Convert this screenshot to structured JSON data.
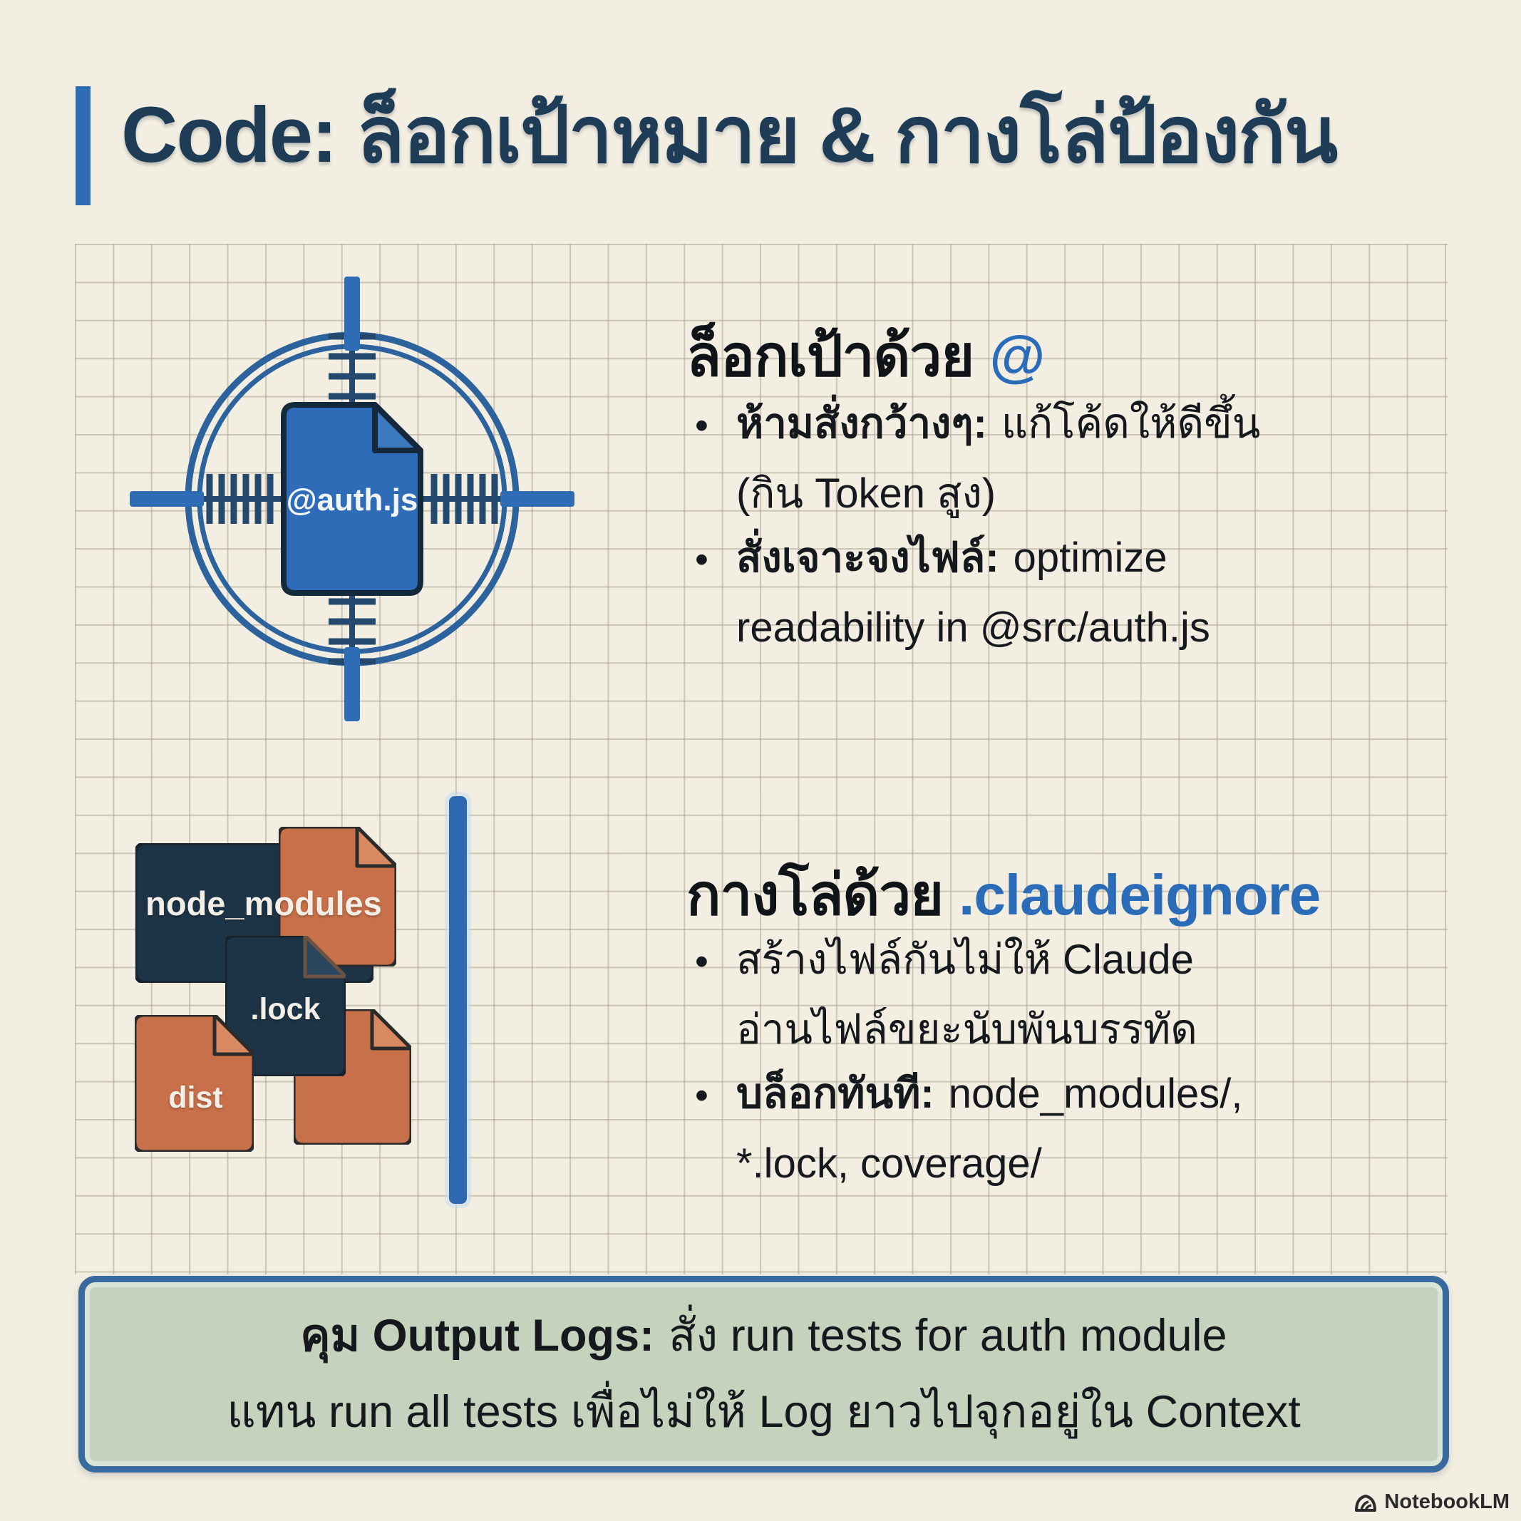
{
  "title": "Code: ล็อกเป้าหมาย & กางโล่ป้องกัน",
  "target_section": {
    "heading": {
      "black": "ล็อกเป้าด้วย",
      "accent": "@"
    },
    "crosshair_file_label": "@auth.js",
    "bullets": [
      {
        "lead": "ห้ามสั่งกว้างๆ:",
        "line1": "แก้โค้ดให้ดีขึ้น",
        "line2": "(กิน Token สูง)"
      },
      {
        "lead": "สั่งเจาะจงไฟล์:",
        "line1": "optimize",
        "line2": "readability in @src/auth.js"
      }
    ]
  },
  "shield_section": {
    "heading": {
      "black": "กางโล่ด้วย",
      "accent": ".claudeignore"
    },
    "files": {
      "node_modules_label": "node_modules",
      "lock_label": ".lock",
      "dist_label": "dist"
    },
    "bullets": [
      {
        "lead": "",
        "line1": "สร้างไฟล์กันไม่ให้ Claude",
        "line2": "อ่านไฟล์ขยะนับพันบรรทัด"
      },
      {
        "lead": "บล็อกทันที:",
        "line1": "node_modules/,",
        "line2": "*.lock, coverage/"
      }
    ]
  },
  "footer_note": {
    "lead": "คุม Output Logs:",
    "line1": "สั่ง run tests for auth module",
    "line2": "แทน run all tests เพื่อไม่ให้ Log ยาวไปจุกอยู่ใน Context"
  },
  "watermark": "NotebookLM",
  "colors": {
    "background": "#f2eee1",
    "accent_blue": "#2e6db5",
    "title_navy": "#1e3c56",
    "file_navy": "#1d3447",
    "file_orange": "#c8704a",
    "note_bg": "#c5d2bd",
    "note_border": "#38699f",
    "grid_line": "#aba492"
  }
}
